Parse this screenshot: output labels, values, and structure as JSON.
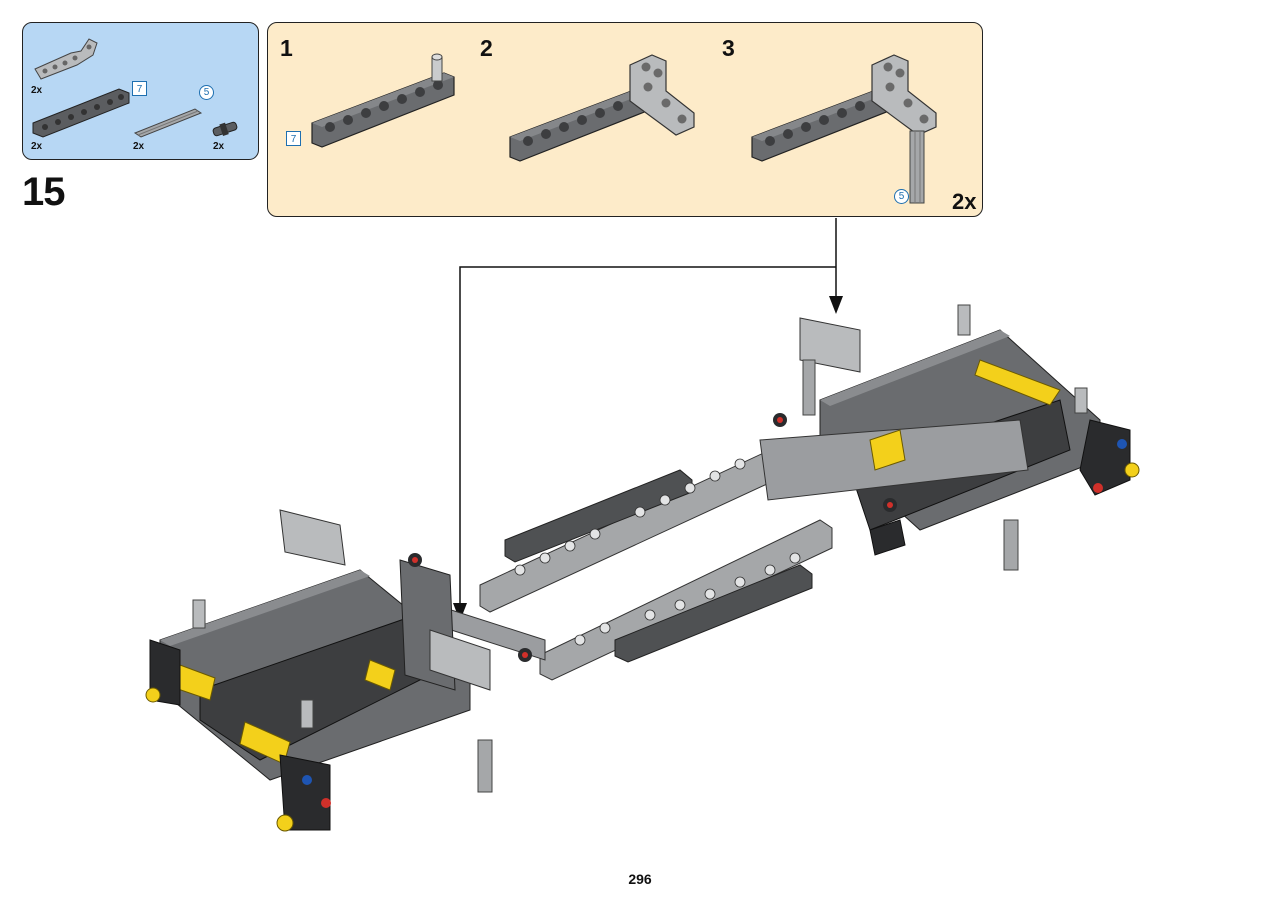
{
  "parts_list": {
    "items": [
      {
        "icon": "l-beam-part-icon",
        "qty": "2x"
      },
      {
        "icon": "beam-7-part-icon",
        "qty": "2x",
        "length": "7"
      },
      {
        "icon": "axle-5-part-icon",
        "qty": "2x",
        "length": "5"
      },
      {
        "icon": "pin-part-icon",
        "qty": "2x"
      }
    ]
  },
  "step": {
    "number": "15"
  },
  "sub_assembly": {
    "steps": [
      {
        "number": "1",
        "length_callout": "7"
      },
      {
        "number": "2"
      },
      {
        "number": "3",
        "length_callout": "5"
      }
    ],
    "multiplier": "2x"
  },
  "page": {
    "number": "296"
  },
  "colors": {
    "parts_bg": "#b7d7f4",
    "subassembly_bg": "#fdebc9",
    "dark_gray": "#5b5d60",
    "light_gray": "#a5a7a9",
    "yellow": "#f3d01b",
    "red": "#d0302a",
    "blue": "#1e55b3"
  }
}
